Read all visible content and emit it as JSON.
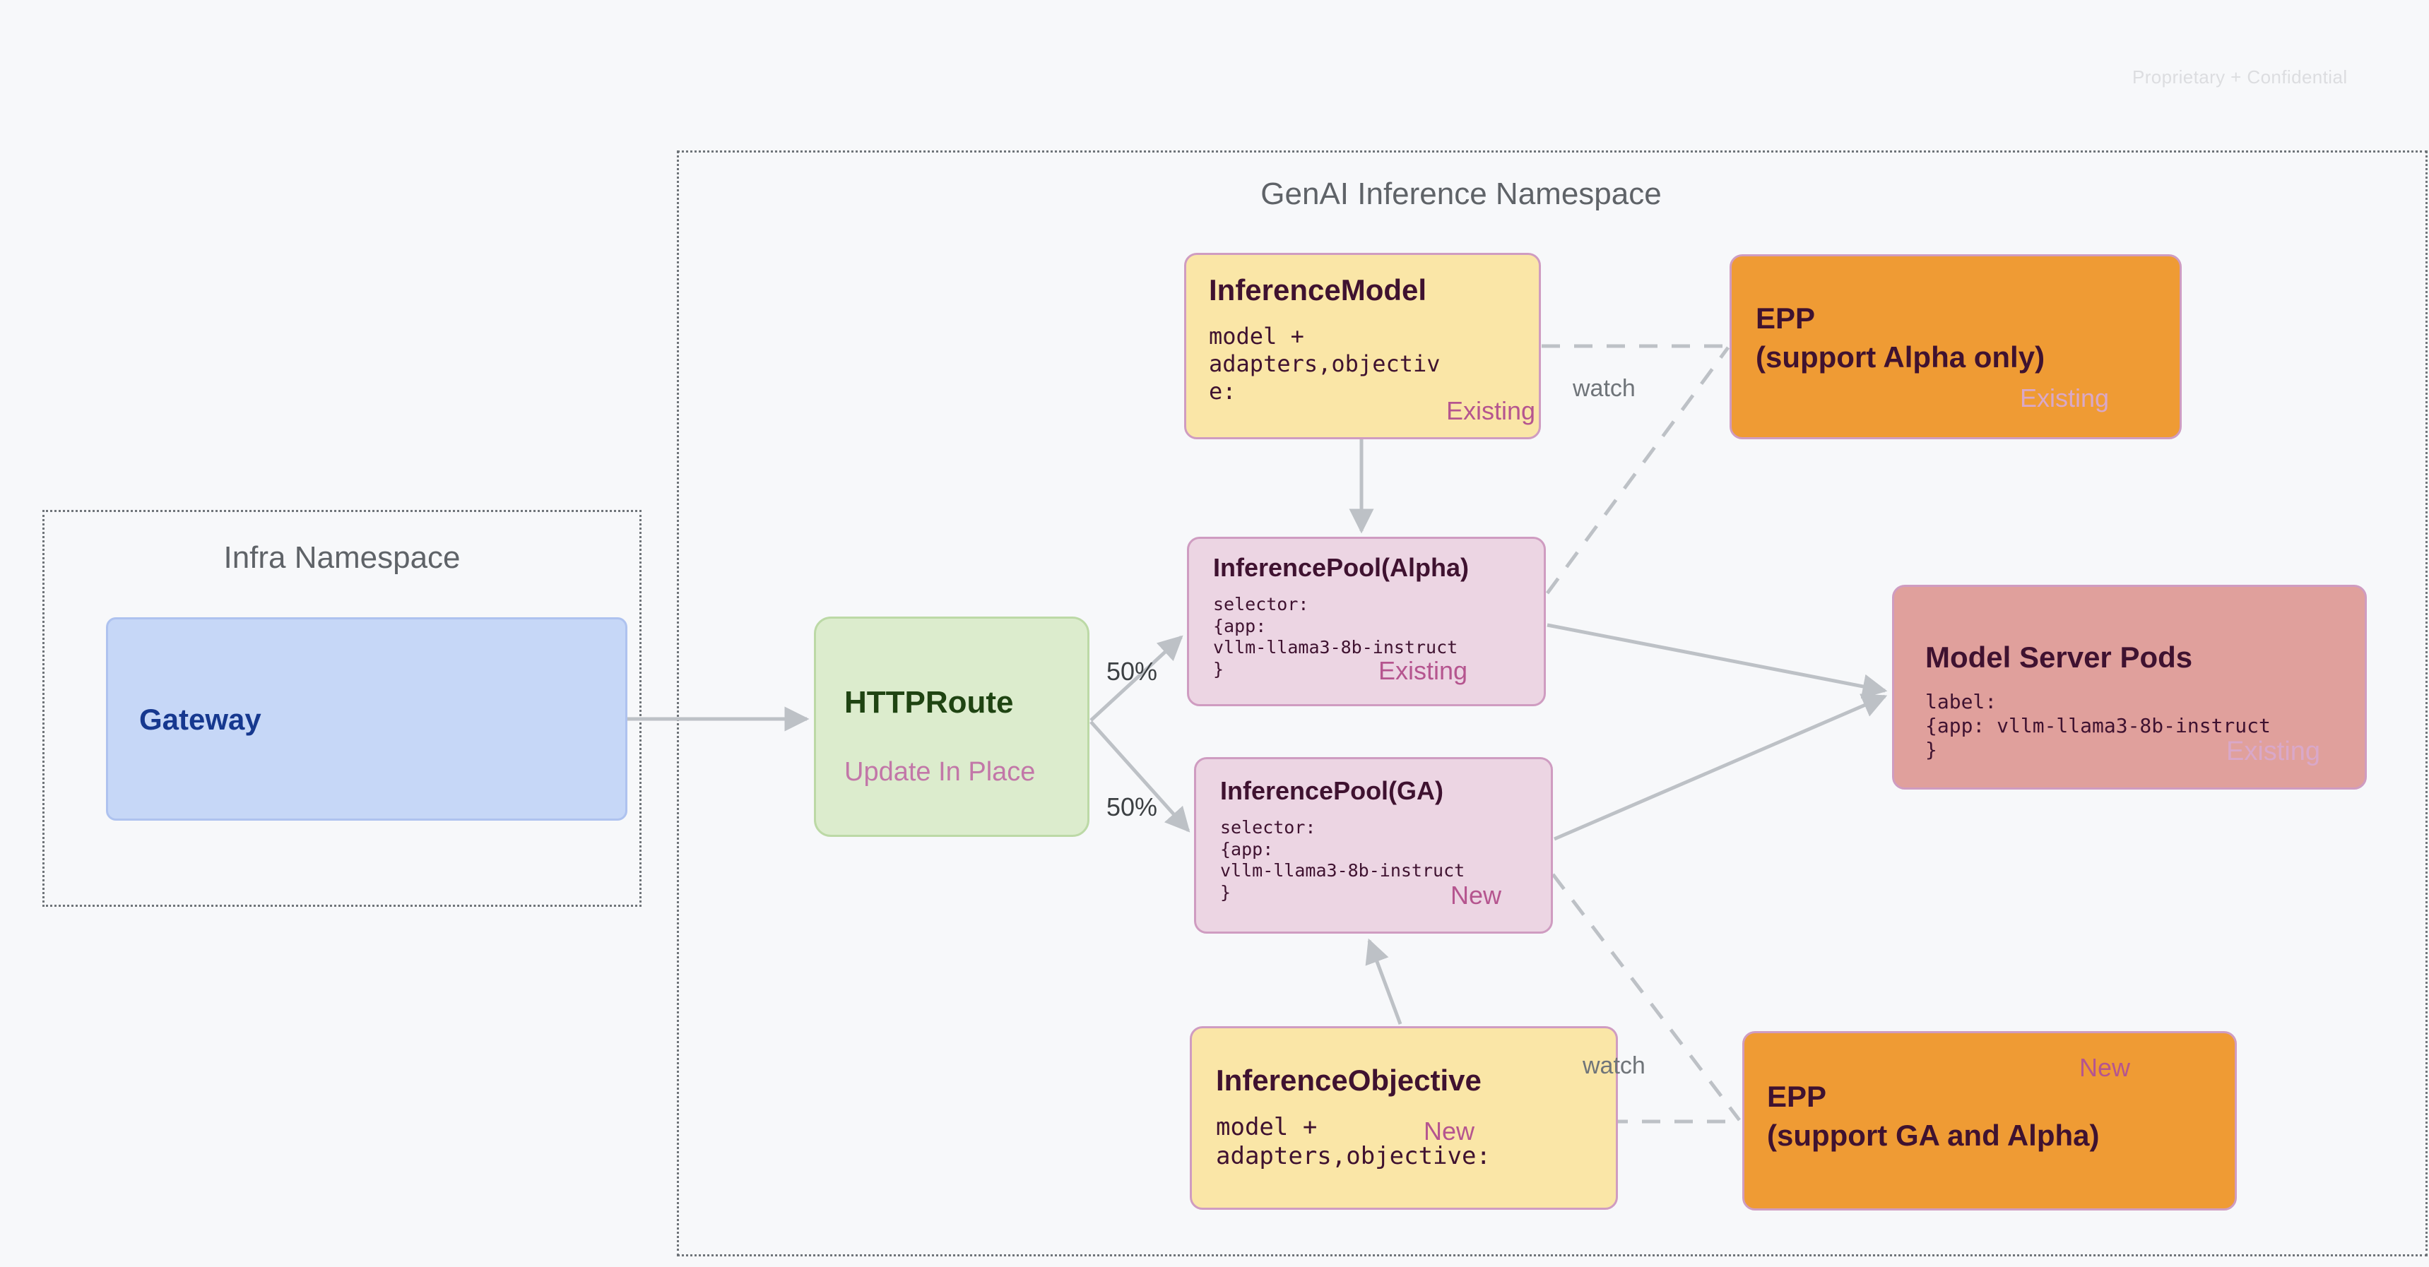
{
  "page": {
    "confidential_notice": "Proprietary + Confidential",
    "background_color": "#f7f8fa"
  },
  "namespaces": [
    {
      "id": "infra",
      "title": "Infra Namespace"
    },
    {
      "id": "genai",
      "title": "GenAI Inference Namespace"
    }
  ],
  "nodes": {
    "gateway": {
      "title": "Gateway",
      "color": "#c6d7f7",
      "border_color": "#aec2ef",
      "text_color": "#16388f"
    },
    "httproute": {
      "title": "HTTPRoute",
      "status": "Update In Place",
      "color": "#dceccd",
      "border_color": "#bcd9a6",
      "text_color": "#1f4412",
      "status_color": "#c277a8"
    },
    "inference_model": {
      "title": "InferenceModel",
      "body": "model +\nadapters,objectiv\ne:",
      "status": "Existing",
      "color": "#fae6a7",
      "border_color": "#cf9cc1",
      "status_color": "#b5558f"
    },
    "inference_objective": {
      "title": "InferenceObjective",
      "body": "model +\nadapters,objective:",
      "status": "New",
      "color": "#fae6a7",
      "border_color": "#cf9cc1",
      "status_color": "#b5558f"
    },
    "inference_pool_alpha": {
      "title": "InferencePool(Alpha)",
      "body": "selector:\n{app:\nvllm-llama3-8b-instruct\n}",
      "status": "Existing",
      "color": "#ecd5e3",
      "border_color": "#cf9cc1",
      "status_color": "#b5558f"
    },
    "inference_pool_ga": {
      "title": "InferencePool(GA)",
      "body": "selector:\n{app:\nvllm-llama3-8b-instruct\n}",
      "status": "New",
      "color": "#ecd5e3",
      "border_color": "#cf9cc1",
      "status_color": "#b5558f"
    },
    "epp_alpha": {
      "title": "EPP\n(support Alpha only)",
      "status": "Existing",
      "color": "#ef9b34",
      "border_color": "#cf9cc1",
      "status_color": "#d9a8c9"
    },
    "epp_ga": {
      "title": "EPP\n(support GA and Alpha)",
      "status": "New",
      "color": "#ef9b34",
      "border_color": "#cf9cc1",
      "status_color": "#b5558f"
    },
    "model_server_pods": {
      "title": "Model Server Pods",
      "body": "label:\n{app: vllm-llama3-8b-instruct\n}",
      "status": "Existing",
      "color": "#e0a09c",
      "border_color": "#cf9cc1",
      "status_color": "#d9a8c9"
    }
  },
  "edges": {
    "split_top_label": "50%",
    "split_bottom_label": "50%",
    "watch_top_label": "watch",
    "watch_bottom_label": "watch",
    "line_color": "#bdc1c6"
  }
}
